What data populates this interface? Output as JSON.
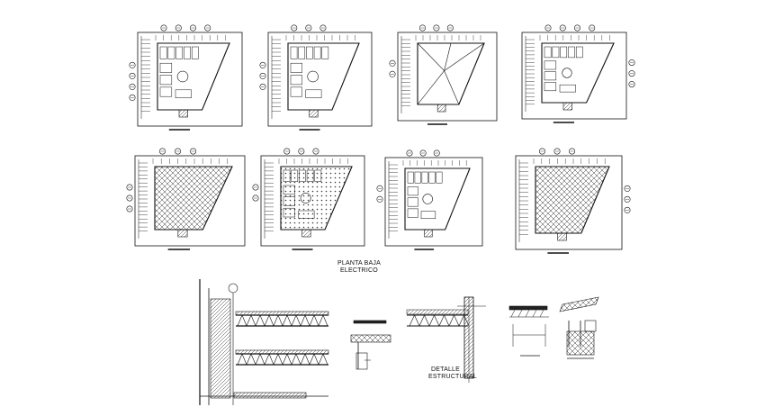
{
  "drawing": {
    "labels": {
      "planta_line1": "PLANTA BAJA",
      "planta_line2": "ELECTRICO",
      "detalle_line1": "DETALLE",
      "detalle_line2": "ESTRUCTURAL"
    },
    "colors": {
      "background": "#ffffff",
      "ink": "#111111",
      "hatch": "#444444",
      "fill_dark": "#222222"
    },
    "row1_plans": [
      "plan-1-1",
      "plan-1-2",
      "plan-1-3",
      "plan-1-4"
    ],
    "row2_plans": [
      "plan-2-1",
      "plan-2-2",
      "plan-2-3",
      "plan-2-4"
    ],
    "details": [
      "wall-section-detail",
      "beam-detail-small",
      "truss-connection-detail",
      "slab-edge-detail",
      "footing-detail"
    ]
  }
}
